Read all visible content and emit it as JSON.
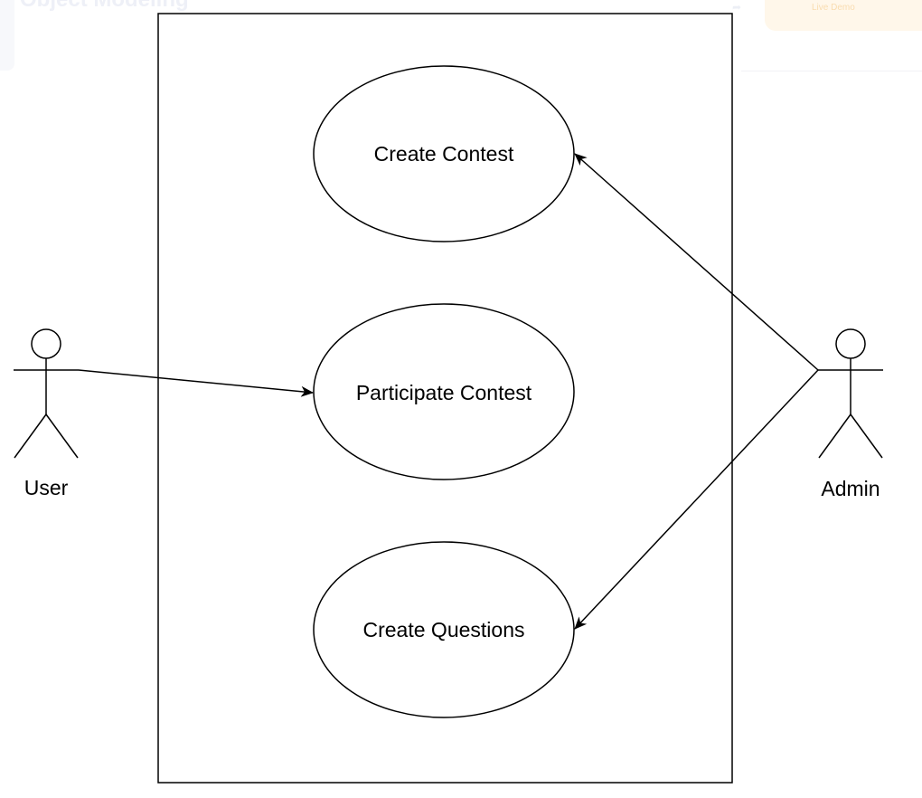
{
  "background": {
    "page_heading": "Object Modeling",
    "button_label": "Live Demo"
  },
  "actors": {
    "user": {
      "label": "User"
    },
    "admin": {
      "label": "Admin"
    }
  },
  "use_cases": {
    "create_contest": {
      "label": "Create Contest"
    },
    "participate_contest": {
      "label": "Participate Contest"
    },
    "create_questions": {
      "label": "Create Questions"
    }
  },
  "relations": [
    {
      "from": "User",
      "to": "Participate Contest"
    },
    {
      "from": "Admin",
      "to": "Create Contest"
    },
    {
      "from": "Admin",
      "to": "Create Questions"
    }
  ],
  "colors": {
    "stroke": "#000000",
    "fill": "#ffffff"
  }
}
